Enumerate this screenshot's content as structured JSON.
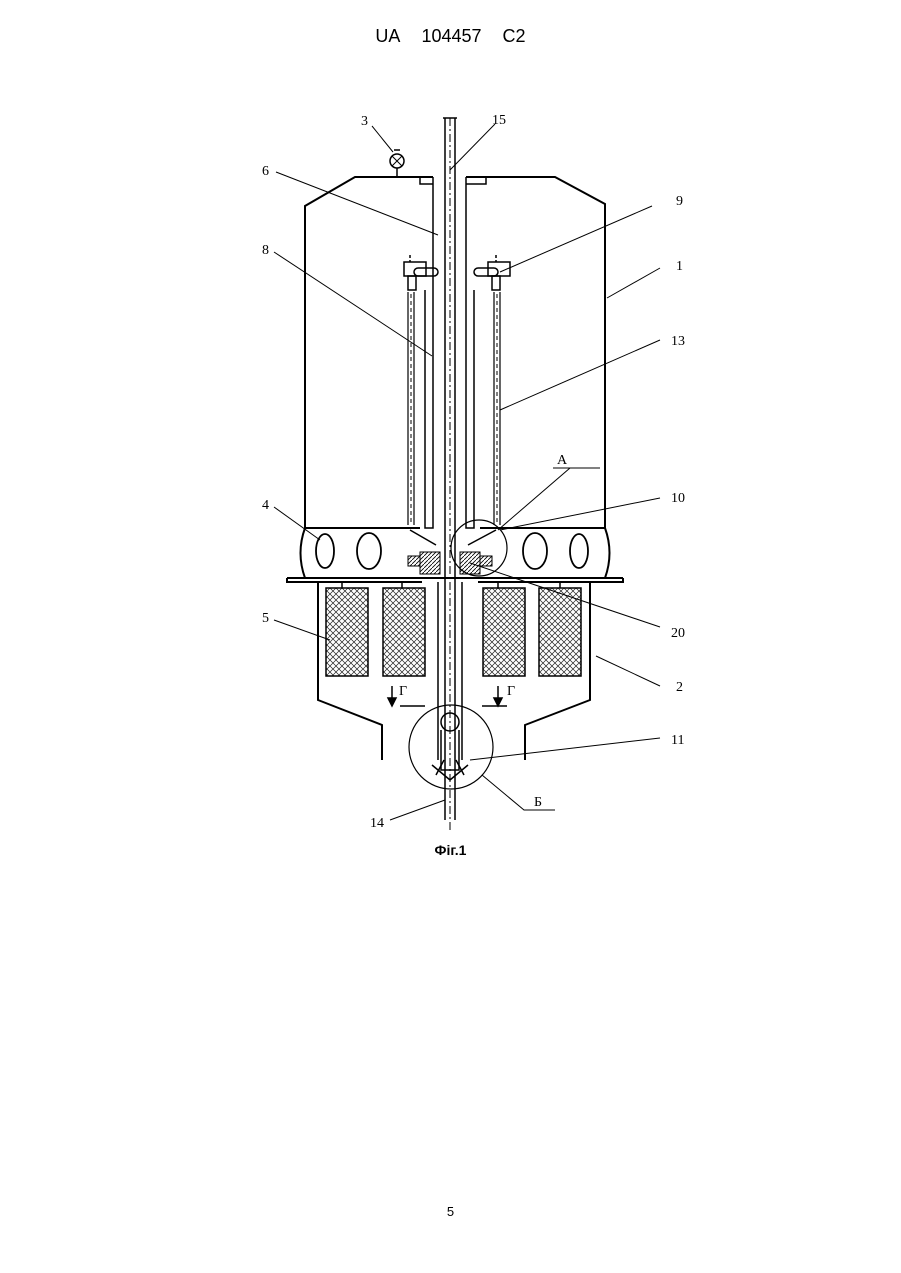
{
  "header": {
    "country": "UA",
    "number": "104457",
    "kind": "C2"
  },
  "labels": {
    "l1": "1",
    "l2": "2",
    "l3": "3",
    "l4": "4",
    "l5": "5",
    "l6": "6",
    "l8": "8",
    "l9": "9",
    "l10": "10",
    "l11": "11",
    "l13": "13",
    "l14": "14",
    "l15": "15",
    "l20": "20",
    "detail_a": "А",
    "detail_b": "Б",
    "flow": "Г"
  },
  "caption": "Фіг.1",
  "page_number": "5"
}
